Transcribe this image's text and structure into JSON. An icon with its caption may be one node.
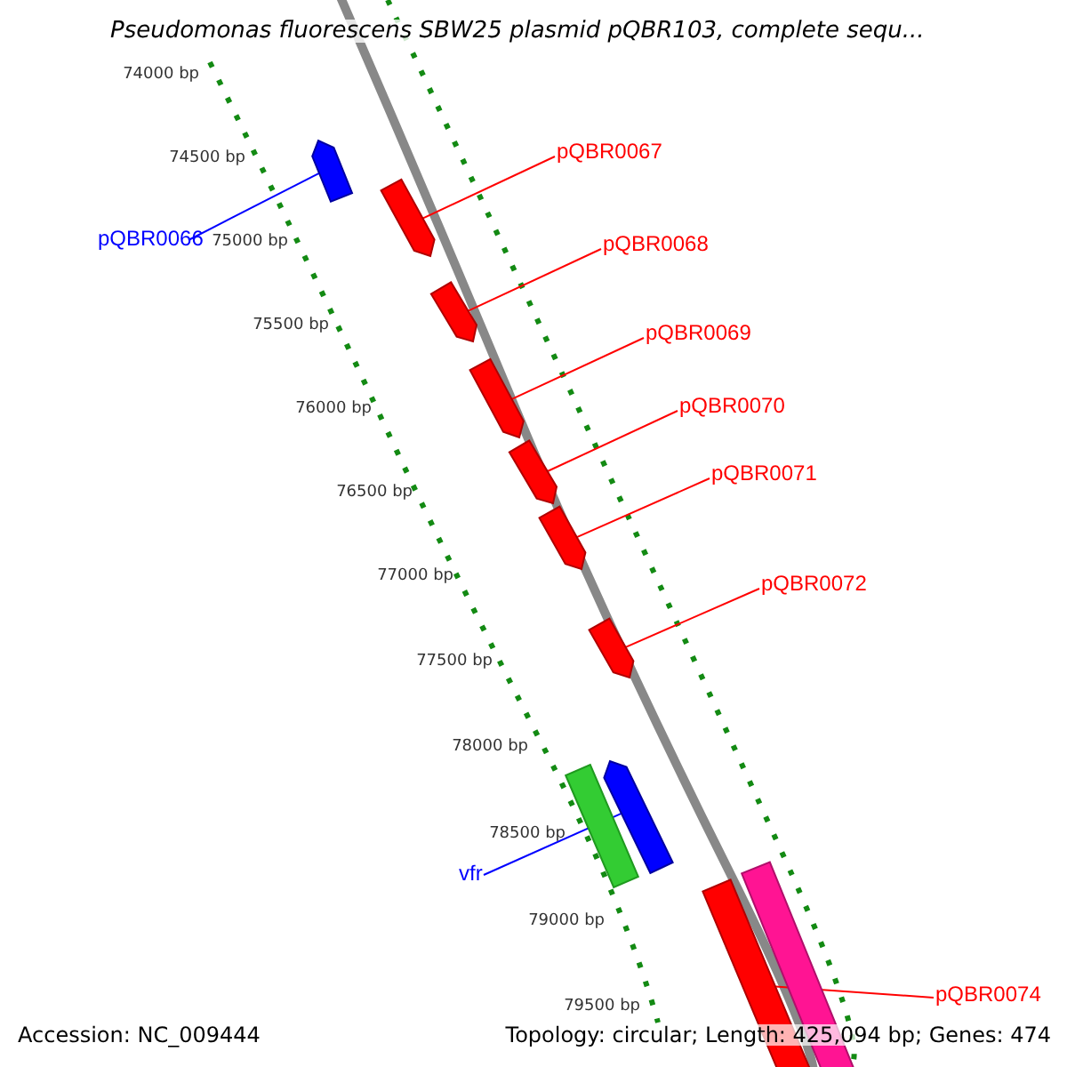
{
  "diagram": {
    "title": "Pseudomonas fluorescens SBW25 plasmid pQBR103, complete sequ...",
    "nodes": [
      {
        "text": [],
        "shape": "bar"
      },
      {
        "text": [],
        "shape": "bar"
      },
      {
        "text": [],
        "shape": "bar"
      },
      {
        "text": [],
        "shape": "bar"
      },
      {
        "text": [],
        "shape": "bar"
      },
      {
        "text": [],
        "shape": "bar"
      },
      {
        "text": [],
        "shape": "bar"
      },
      {
        "text": [],
        "shape": "bar"
      },
      {
        "text": [],
        "shape": "bar"
      },
      {
        "text": [],
        "shape": "bar"
      },
      {
        "text": [],
        "shape": "bar"
      },
      {
        "text": [
          "pQBR0066"
        ]
      },
      {
        "text": [
          "pQBR0067"
        ]
      },
      {
        "text": [
          "pQBR0068"
        ]
      },
      {
        "text": [
          "pQBR0069"
        ]
      },
      {
        "text": [
          "pQBR0070"
        ]
      },
      {
        "text": [
          "pQBR0071"
        ]
      },
      {
        "text": [
          "pQBR0072"
        ]
      },
      {
        "text": [
          "vfr"
        ]
      },
      {
        "text": [
          "pQBR0074"
        ]
      }
    ],
    "edges": [
      {
        "from": 11,
        "to": 0,
        "arrow": "none",
        "color": "#0000ff"
      },
      {
        "from": 12,
        "to": 1,
        "arrow": "none"
      },
      {
        "from": 13,
        "to": 2,
        "arrow": "none"
      },
      {
        "from": 14,
        "to": 3,
        "arrow": "none"
      },
      {
        "from": 15,
        "to": 4,
        "arrow": "none"
      },
      {
        "from": 16,
        "to": 5,
        "arrow": "none"
      },
      {
        "from": 17,
        "to": 6,
        "arrow": "none"
      },
      {
        "from": 18,
        "to": 8,
        "arrow": "none",
        "color": "#0000ff"
      },
      {
        "from": 19,
        "to": 9,
        "arrow": "none"
      }
    ],
    "labels": [
      "74000 bp",
      "74500 bp",
      "75000 bp",
      "75500 bp",
      "76000 bp",
      "76500 bp",
      "77000 bp",
      "77500 bp",
      "78000 bp",
      "78500 bp",
      "79000 bp",
      "79500 bp",
      "Accession: NC_009444",
      "Topology: circular; Length: 425,094 bp; Genes: 474"
    ]
  }
}
